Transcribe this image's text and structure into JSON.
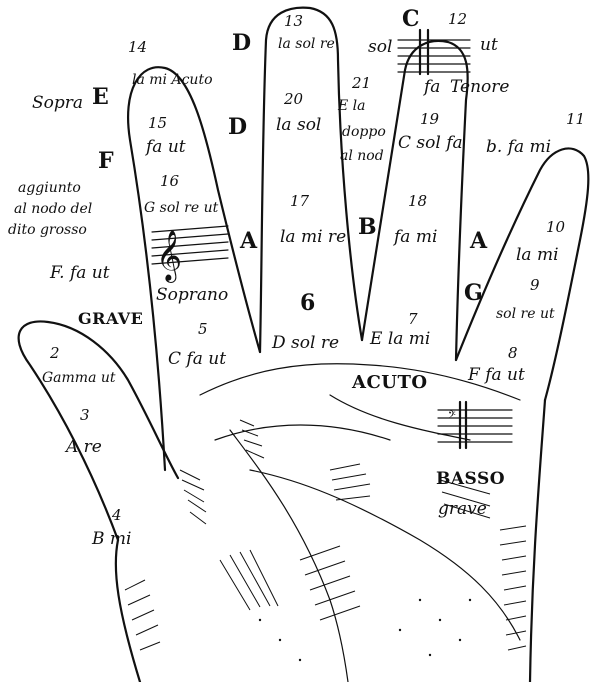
{
  "labels": {
    "sopra": "Sopra",
    "e_top": "E",
    "f_left": "F",
    "aggiunto": "aggiunto",
    "al_nodo_del": "al nodo del",
    "dito_grosso": "dito grosso",
    "f_faut_left": "F. fa ut",
    "grave": "GRAVE",
    "n14": "14",
    "d_top": "D",
    "la_mi_acuto": "la mi Acuto",
    "d_mid": "D",
    "n15": "15",
    "fa_ut_15": "fa ut",
    "n16": "16",
    "g_sol_re_ut": "G sol re ut",
    "a_mid": "A",
    "soprano": "Soprano",
    "n5": "5",
    "c_fa_ut": "C fa ut",
    "n13": "13",
    "la_sol_re": "la sol re",
    "n20": "20",
    "la_sol_20": "la sol",
    "n17": "17",
    "la_mi_re": "la mi re",
    "n6": "6",
    "d_sol_re": "D sol re",
    "sol_top": "sol",
    "n21": "21",
    "e_la": "E la",
    "doppo": "doppo",
    "al_nod": "al nod",
    "b_mid": "B",
    "c_top": "C",
    "n12": "12",
    "ut_top": "ut",
    "fa_tenore": "fa",
    "tenore": "Tenore",
    "n19": "19",
    "c_sol_fa": "C sol fa",
    "n18": "18",
    "fa_mi": "fa mi",
    "e_la_mi": "E la mi",
    "n7": "7",
    "a_right": "A",
    "n11": "11",
    "b_fa_mi": "b. fa mi",
    "n10": "10",
    "la_mi_10": "la mi",
    "g_right": "G",
    "n9": "9",
    "sol_re_ut": "sol re ut",
    "n8": "8",
    "f_fa_ut_right": "F fa ut",
    "acuto": "ACUTO",
    "basso": "BASSO",
    "grave_lower": "grave",
    "n2": "2",
    "gamma_ut": "Gamma ut",
    "n3": "3",
    "a_re": "A re",
    "n4": "4",
    "b_mi": "B mi"
  }
}
